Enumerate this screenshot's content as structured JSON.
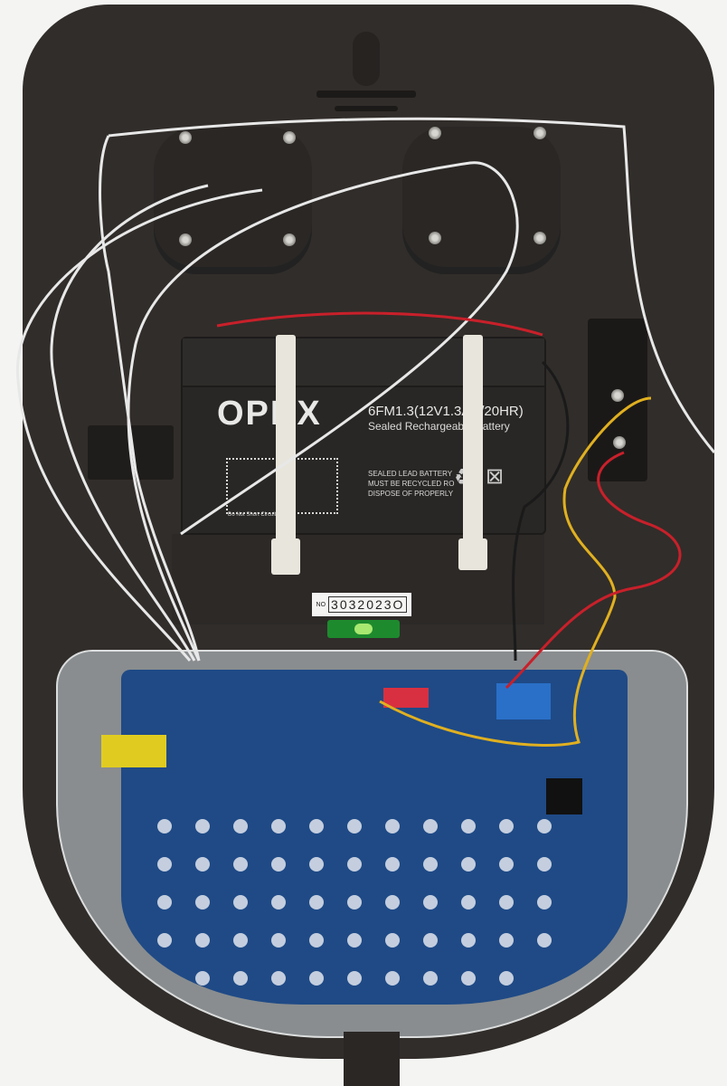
{
  "battery": {
    "brand": "OPBX",
    "model": "6FM1.3(12V1.3AH/20HR)",
    "subtitle": "Sealed Rechargeable Battery",
    "warning_lines": [
      "SEALED LEAD BATTERY",
      "MUST BE RECYCLED RO",
      "DISPOSE OF PROPERLY"
    ],
    "short_warning": "Do Not Short Circuit"
  },
  "serial_label": {
    "prefix": "NO",
    "number": "3032023O"
  },
  "colors": {
    "housing": "#312d2a",
    "pcb": "#1f4a86",
    "wire_red": "#c8202a",
    "wire_yellow": "#e0b020",
    "level": "#1e8a2e"
  }
}
